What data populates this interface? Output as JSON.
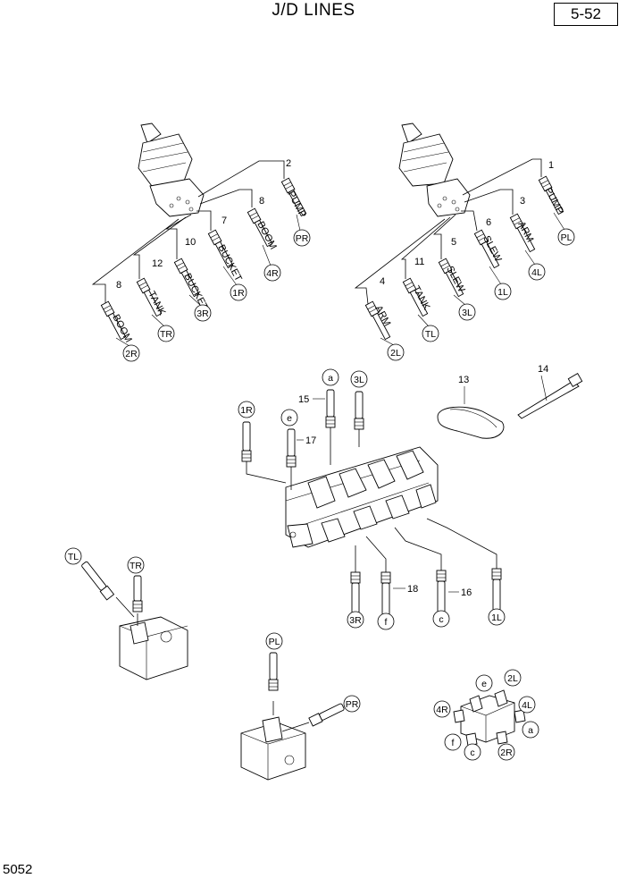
{
  "header": {
    "title": "J/D LINES",
    "page_number": "5-52"
  },
  "footer": {
    "code": "5052"
  },
  "diagram": {
    "right_joystick": {
      "items": [
        {
          "no": "2",
          "name": "PUMP",
          "port": "PR"
        },
        {
          "no": "8",
          "name": "BOOM",
          "port": "4R"
        },
        {
          "no": "7",
          "name": "BUCKET",
          "port": "1R"
        },
        {
          "no": "10",
          "name": "BUCKET",
          "port": "3R"
        },
        {
          "no": "12",
          "name": "TANK",
          "port": "TR"
        },
        {
          "no": "8",
          "name": "BOOM",
          "port": "2R"
        }
      ]
    },
    "left_joystick": {
      "items": [
        {
          "no": "1",
          "name": "PUMP",
          "port": "PL"
        },
        {
          "no": "3",
          "name": "ARM",
          "port": "4L"
        },
        {
          "no": "6",
          "name": "SLEW",
          "port": "1L"
        },
        {
          "no": "5",
          "name": "SLEW",
          "port": "3L"
        },
        {
          "no": "11",
          "name": "TANK",
          "port": "TL"
        },
        {
          "no": "4",
          "name": "ARM",
          "port": "2L"
        }
      ]
    },
    "control_valve": {
      "fittings_top": [
        {
          "port": "a",
          "no": "15"
        },
        {
          "port": "3L",
          "no": ""
        },
        {
          "port": "1R",
          "no": ""
        },
        {
          "port": "e",
          "no": "17"
        }
      ],
      "fittings_bottom": [
        {
          "port": "3R",
          "no": ""
        },
        {
          "port": "f",
          "no": "18"
        },
        {
          "port": "c",
          "no": "16"
        },
        {
          "port": "1L",
          "no": ""
        }
      ]
    },
    "loose_parts": [
      {
        "no": "13"
      },
      {
        "no": "14"
      }
    ],
    "tank_block": {
      "ports": [
        "TL",
        "TR"
      ]
    },
    "pump_block": {
      "ports": [
        "PL",
        "PR"
      ]
    },
    "port_detail": {
      "ports": [
        "e",
        "2L",
        "4R",
        "4L",
        "a",
        "f",
        "c",
        "2R"
      ]
    }
  }
}
